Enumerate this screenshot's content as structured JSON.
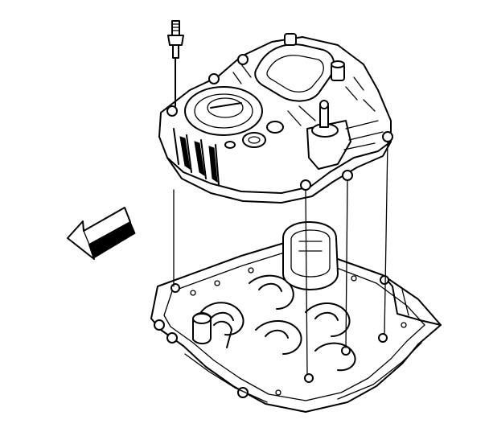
{
  "figure": {
    "description_icon": "exploded-assembly-diagram",
    "components": [
      "upper-intake-manifold",
      "lower-intake-manifold",
      "throttle-body-opening",
      "mounting-stud",
      "bolt-alignment-lines",
      "direction-arrow"
    ],
    "colors": {
      "line": "#000000",
      "background": "#ffffff"
    },
    "arrow_direction": "front"
  }
}
